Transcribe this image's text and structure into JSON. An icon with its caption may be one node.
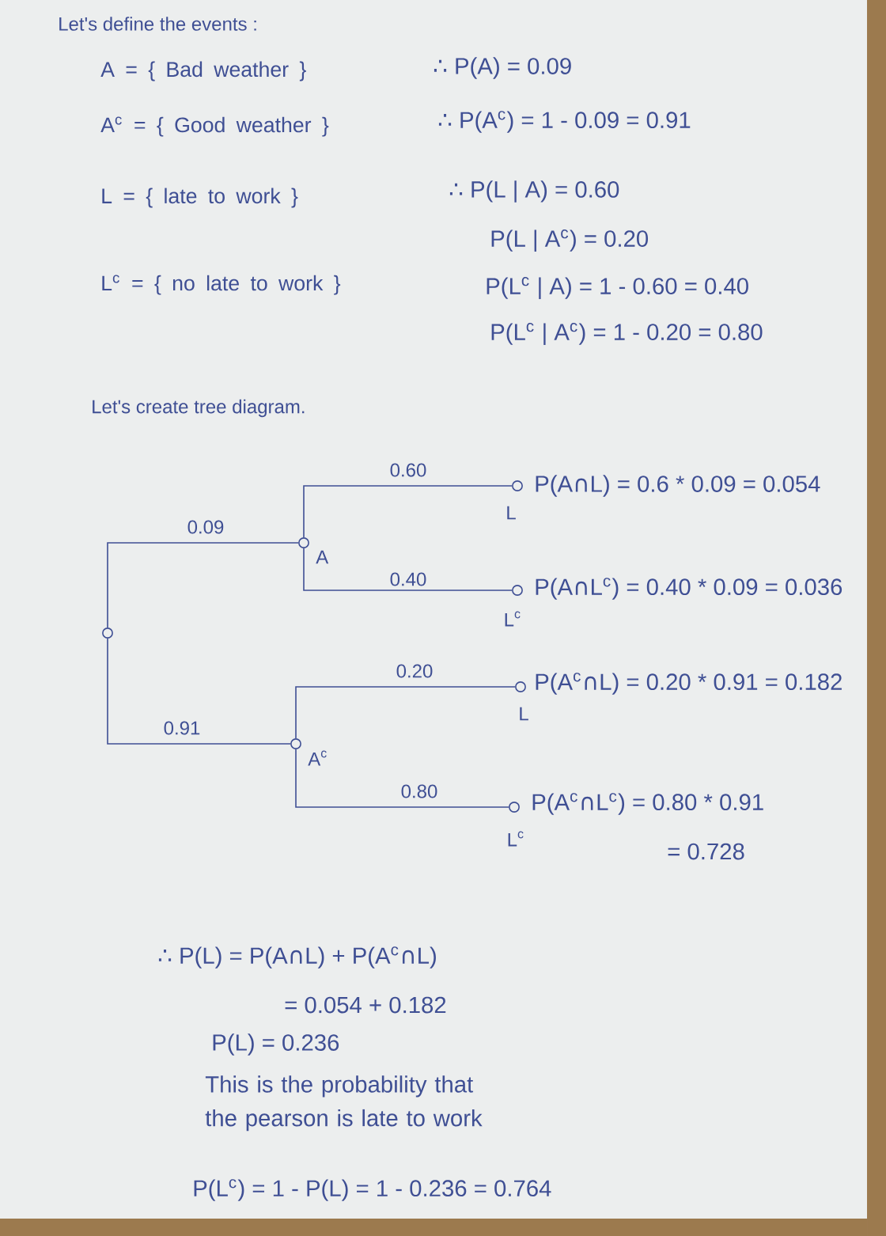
{
  "diagram": {
    "nodes": [
      {
        "text": [],
        "shape": "circle"
      },
      {
        "text": [],
        "shape": "circle",
        "beside": [
          "A"
        ]
      },
      {
        "text": [],
        "shape": "circle",
        "beside": [
          "L",
          "P(A∩L) = 0.6 * 0.09 = 0.054"
        ]
      },
      {
        "text": [],
        "shape": "circle",
        "beside": [
          "L$^{c}$",
          "P(A∩L$^{c}$) = 0.40 * 0.09 = 0.036"
        ]
      },
      {
        "text": [],
        "shape": "circle",
        "beside": [
          "A$^{c}$"
        ]
      },
      {
        "text": [],
        "shape": "circle",
        "beside": [
          "L",
          "P(A$^{c}$∩L) = 0.20 * 0.91 = 0.182"
        ]
      },
      {
        "text": [],
        "shape": "circle",
        "beside": [
          "L$^{c}$",
          "P(A$^{c}$∩L$^{c}$) = 0.80 * 0.91",
          "= 0.728"
        ]
      }
    ],
    "edges": [
      {
        "from": 0,
        "to": 1,
        "arrow": "none",
        "label": "0.09"
      },
      {
        "from": 1,
        "to": 2,
        "arrow": "none",
        "label": "0.60"
      },
      {
        "from": 1,
        "to": 3,
        "arrow": "none",
        "label": "0.40"
      },
      {
        "from": 0,
        "to": 4,
        "arrow": "none",
        "label": "0.91"
      },
      {
        "from": 4,
        "to": 5,
        "arrow": "none",
        "label": "0.20"
      },
      {
        "from": 4,
        "to": 6,
        "arrow": "none",
        "label": "0.80"
      }
    ],
    "labels": [
      "Let's define the events :",
      "A = { Bad weather }",
      "∴ P(A) = 0.09",
      "A$^{c}$ = { Good weather }",
      "∴ P(A$^{c}$) = 1 - 0.09 = 0.91",
      "L = { late to work }",
      "∴ P(L | A) = 0.60",
      "P(L | A$^{c}$) = 0.20",
      "L$^{c}$ = { no late to work }",
      "P(L$^{c}$ | A) = 1 - 0.60 = 0.40",
      "P(L$^{c}$ | A$^{c}$) = 1 - 0.20 = 0.80",
      "Let's create tree diagram.",
      "∴ P(L) = P(A∩L) + P(A$^{c}$∩L)",
      "= 0.054 + 0.182",
      "P(L) = 0.236",
      "This is the probability that the pearson is late to work",
      "P(L$^{c}$) = 1 - P(L) = 1 - 0.236 = 0.764"
    ]
  }
}
